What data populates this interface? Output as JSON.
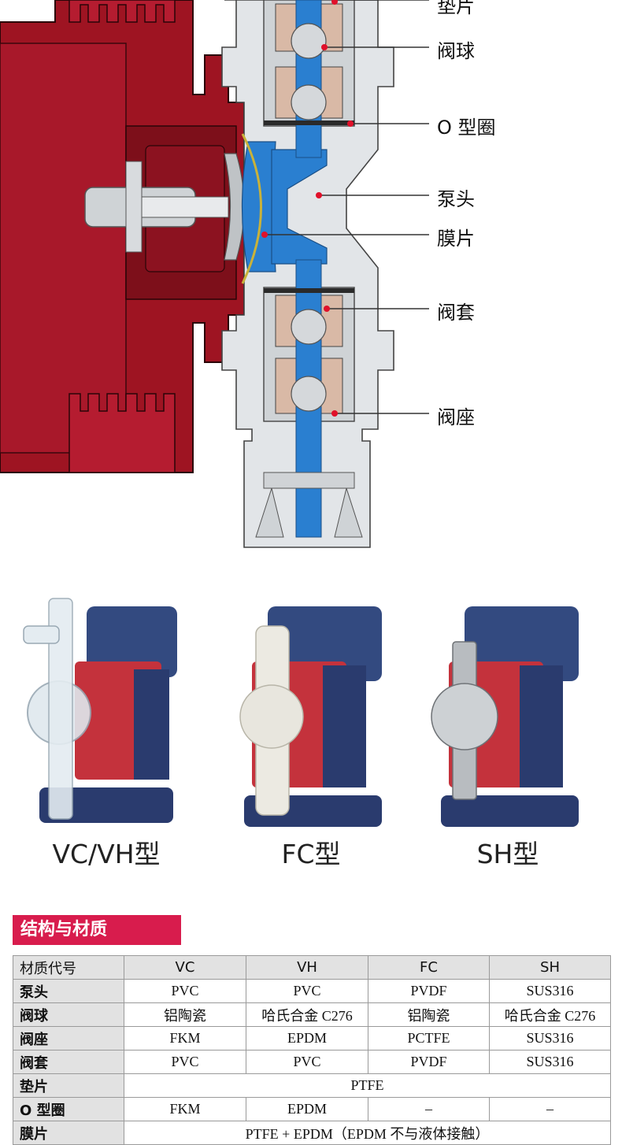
{
  "diagram": {
    "callouts": [
      {
        "label": "垫片"
      },
      {
        "label": "阀球"
      },
      {
        "label": "O 型圈"
      },
      {
        "label": "泵头"
      },
      {
        "label": "膜片"
      },
      {
        "label": "阀套"
      },
      {
        "label": "阀座"
      }
    ],
    "colors": {
      "motor_red": "#9e1422",
      "pump_grey": "#e2e5e8",
      "fluid_blue": "#2a7fd0",
      "marker_red": "#e0102a"
    }
  },
  "models": [
    {
      "label": "VC/VH型"
    },
    {
      "label": "FC型"
    },
    {
      "label": "SH型"
    }
  ],
  "section": {
    "title": "结构与材质",
    "accent": "#d81c4d"
  },
  "table": {
    "header": [
      "材质代号",
      "VC",
      "VH",
      "FC",
      "SH"
    ],
    "rows": [
      {
        "name": "泵头",
        "cells": [
          "PVC",
          "PVC",
          "PVDF",
          "SUS316"
        ]
      },
      {
        "name": "阀球",
        "cells": [
          "铝陶瓷",
          "哈氏合金 C276",
          "铝陶瓷",
          "哈氏合金 C276"
        ]
      },
      {
        "name": "阀座",
        "cells": [
          "FKM",
          "EPDM",
          "PCTFE",
          "SUS316"
        ]
      },
      {
        "name": "阀套",
        "cells": [
          "PVC",
          "PVC",
          "PVDF",
          "SUS316"
        ]
      },
      {
        "name": "垫片",
        "span": "PTFE"
      },
      {
        "name": "O 型圈",
        "cells": [
          "FKM",
          "EPDM",
          "–",
          "–"
        ]
      },
      {
        "name": "膜片",
        "span": "PTFE + EPDM（EPDM 不与液体接触）"
      }
    ]
  }
}
